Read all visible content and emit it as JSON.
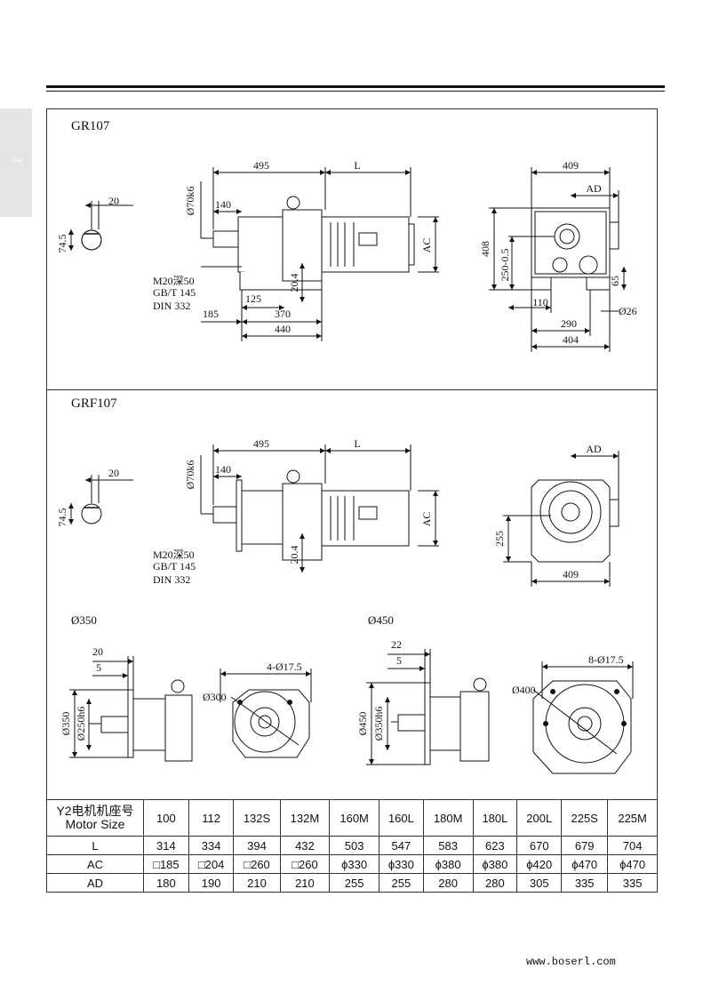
{
  "side_tab": "GR",
  "figures": {
    "gr107": {
      "title": "GR107",
      "dims": {
        "d495": "495",
        "dL": "L",
        "d409": "409",
        "dAD": "AD",
        "d20": "20",
        "d745": "74.5",
        "d70": "Ø70k6",
        "d140": "140",
        "dAC": "AC",
        "d408": "408",
        "d250": "250-0.5",
        "d204": "20.4",
        "d125": "125",
        "d185": "185",
        "d370": "370",
        "d440": "440",
        "d110": "110",
        "d290": "290",
        "d404": "404",
        "d65": "65",
        "d26": "Ø26"
      },
      "note": [
        "M20深50",
        "GB/T 145",
        "DIN 332"
      ]
    },
    "grf107": {
      "title": "GRF107",
      "dims": {
        "d495": "495",
        "dL": "L",
        "dAD": "AD",
        "d20": "20",
        "d745": "74.5",
        "d70": "Ø70k6",
        "d140": "140",
        "dAC": "AC",
        "d204": "20.4",
        "d255": "255",
        "d409": "409"
      },
      "note": [
        "M20深50",
        "GB/T 145",
        "DIN 332"
      ]
    },
    "flange350": {
      "title": "Ø350",
      "dims": {
        "d20": "20",
        "d5": "5",
        "d350": "Ø350",
        "d250": "Ø250h6",
        "d300": "Ø300",
        "holes": "4-Ø17.5"
      }
    },
    "flange450": {
      "title": "Ø450",
      "dims": {
        "d22": "22",
        "d5": "5",
        "d450": "Ø450",
        "d350": "Ø350h6",
        "d400": "Ø400",
        "holes": "8-Ø17.5"
      }
    }
  },
  "table": {
    "header_cn": "Y2电机机座号",
    "header_en": "Motor Size",
    "sizes": [
      "100",
      "112",
      "132S",
      "132M",
      "160M",
      "160L",
      "180M",
      "180L",
      "200L",
      "225S",
      "225M"
    ],
    "rows": [
      {
        "label": "L",
        "values": [
          "314",
          "334",
          "394",
          "432",
          "503",
          "547",
          "583",
          "623",
          "670",
          "679",
          "704"
        ]
      },
      {
        "label": "AC",
        "values": [
          "□185",
          "□204",
          "□260",
          "□260",
          "ϕ330",
          "ϕ330",
          "ϕ380",
          "ϕ380",
          "ϕ420",
          "ϕ470",
          "ϕ470"
        ]
      },
      {
        "label": "AD",
        "values": [
          "180",
          "190",
          "210",
          "210",
          "255",
          "255",
          "280",
          "280",
          "305",
          "335",
          "335"
        ]
      }
    ]
  },
  "footer_url": "www.boserl.com"
}
